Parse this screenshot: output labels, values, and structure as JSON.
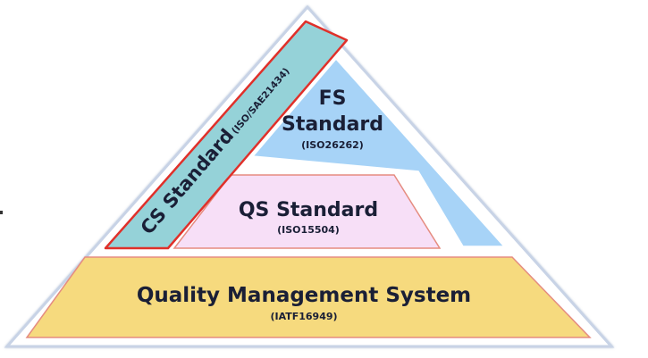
{
  "diagram": {
    "levels": {
      "qms": {
        "title": "Quality Management System",
        "subtitle": "(IATF16949)",
        "fill": "#f6da7e",
        "stroke": "#e58c80"
      },
      "qs": {
        "title": "QS Standard",
        "subtitle": "(ISO15504)",
        "fill": "#f7dff7",
        "stroke": "#e58c80"
      },
      "fs": {
        "title_line1": "FS",
        "title_line2": "Standard",
        "subtitle": "(ISO26262)",
        "fill": "#a7d3f7"
      },
      "cs": {
        "title": "CS Standard",
        "subtitle": "(ISO/SAE21434)",
        "fill": "#95d2d8",
        "stroke": "#e0302a"
      }
    },
    "outline_color": "#c8d3e6",
    "text_color": "#1a1f36"
  }
}
